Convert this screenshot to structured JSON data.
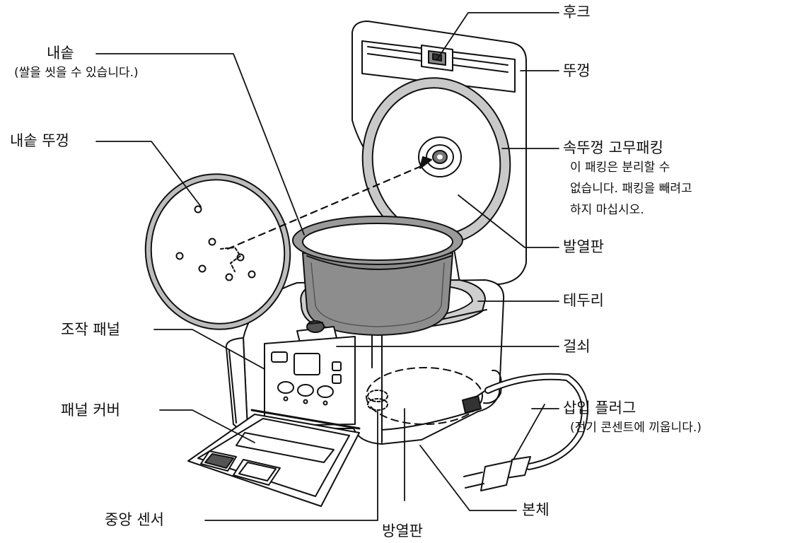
{
  "labels": {
    "hook": "후크",
    "lid": "뚜껑",
    "inner_pot": "내솥",
    "inner_pot_note": "(쌀을 씻을 수 있습니다.)",
    "inner_lid": "내솥 뚜껑",
    "gasket": "속뚜껑 고무패킹",
    "gasket_note_1": "이 패킹은 분리할 수",
    "gasket_note_2": "없습니다. 패킹을 빼려고",
    "gasket_note_3": "하지 마십시오.",
    "heat_plate_upper": "발열판",
    "rim": "테두리",
    "control_panel": "조작 패널",
    "latch": "걸쇠",
    "plug": "삽입 플러그",
    "plug_note": "(전기 콘센트에 끼웁니다.)",
    "panel_cover": "패널 커버",
    "body": "본체",
    "center_sensor": "중앙 센서",
    "heat_plate_lower": "방열판"
  }
}
